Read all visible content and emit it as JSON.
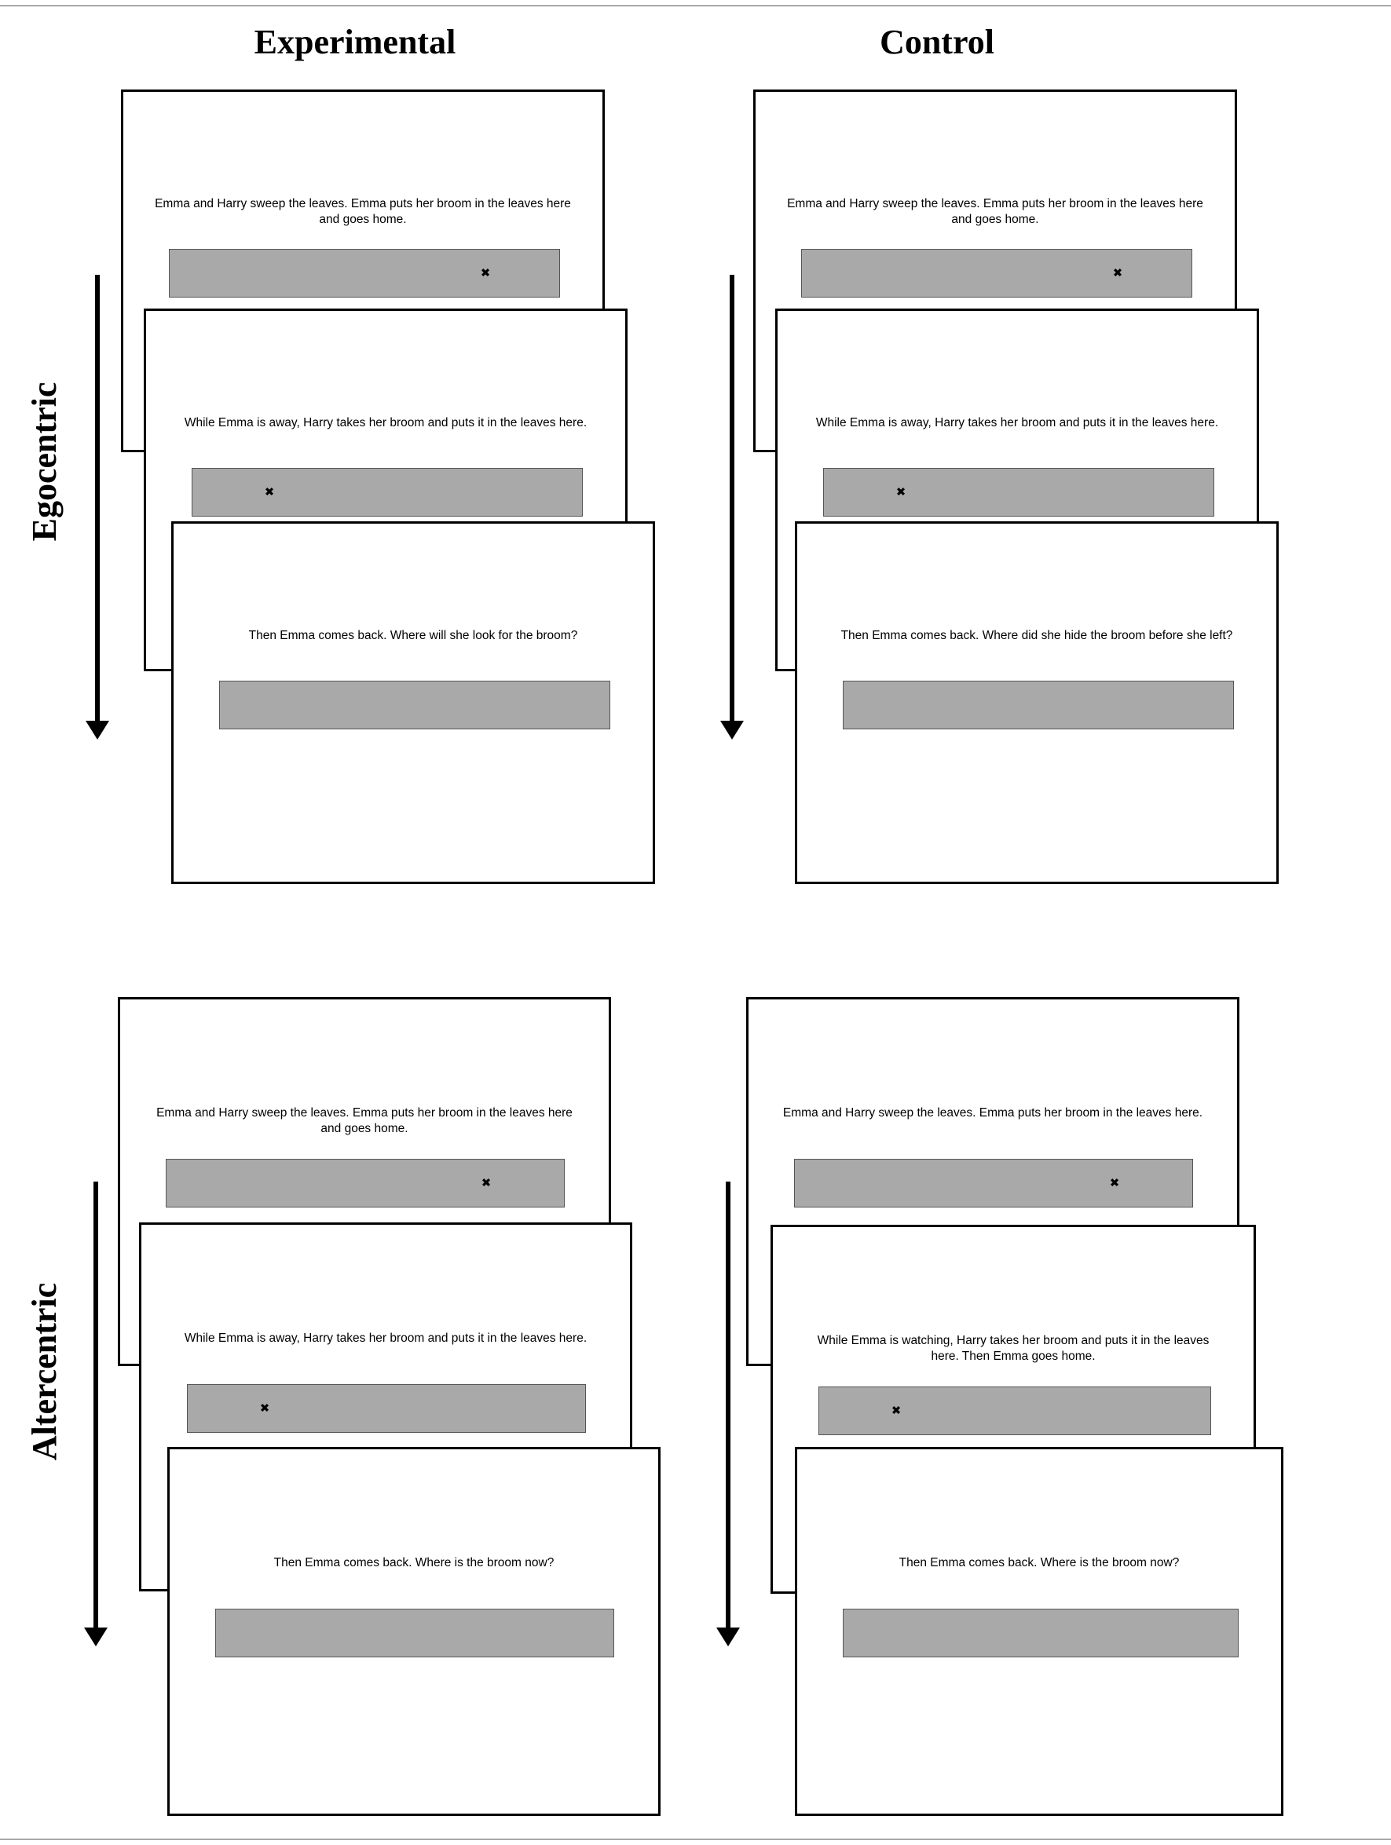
{
  "columns": {
    "experimental": "Experimental",
    "control": "Control"
  },
  "rows": {
    "egocentric": "Egocentric",
    "altercentric": "Altercentric"
  },
  "marker_glyph": "✖",
  "colors": {
    "bar": "#a9a9a9",
    "frame": "#000000"
  },
  "panels": {
    "egocentric_experimental": {
      "card1": "Emma and Harry sweep the leaves. Emma puts her broom in the leaves here and goes home.",
      "card2": "While Emma is away, Harry takes her broom and puts it in the leaves here.",
      "card3": "Then Emma comes back. Where will she look for the broom?"
    },
    "egocentric_control": {
      "card1": "Emma and Harry sweep the leaves. Emma puts her broom in the leaves here and goes home.",
      "card2": "While Emma is away, Harry takes her broom and puts it in the leaves here.",
      "card3": "Then Emma comes back. Where did she hide the broom before she left?"
    },
    "altercentric_experimental": {
      "card1": "Emma and Harry sweep the leaves. Emma puts her broom in the leaves here and goes home.",
      "card2": "While Emma is away, Harry takes her broom and puts it in the leaves here.",
      "card3": "Then Emma comes back. Where is the broom now?"
    },
    "altercentric_control": {
      "card1": "Emma and Harry sweep the leaves. Emma puts her broom in the leaves here.",
      "card2": "While Emma is watching, Harry takes her broom and puts it in the leaves here. Then Emma goes home.",
      "card3": "Then Emma comes back. Where is the broom now?"
    }
  }
}
